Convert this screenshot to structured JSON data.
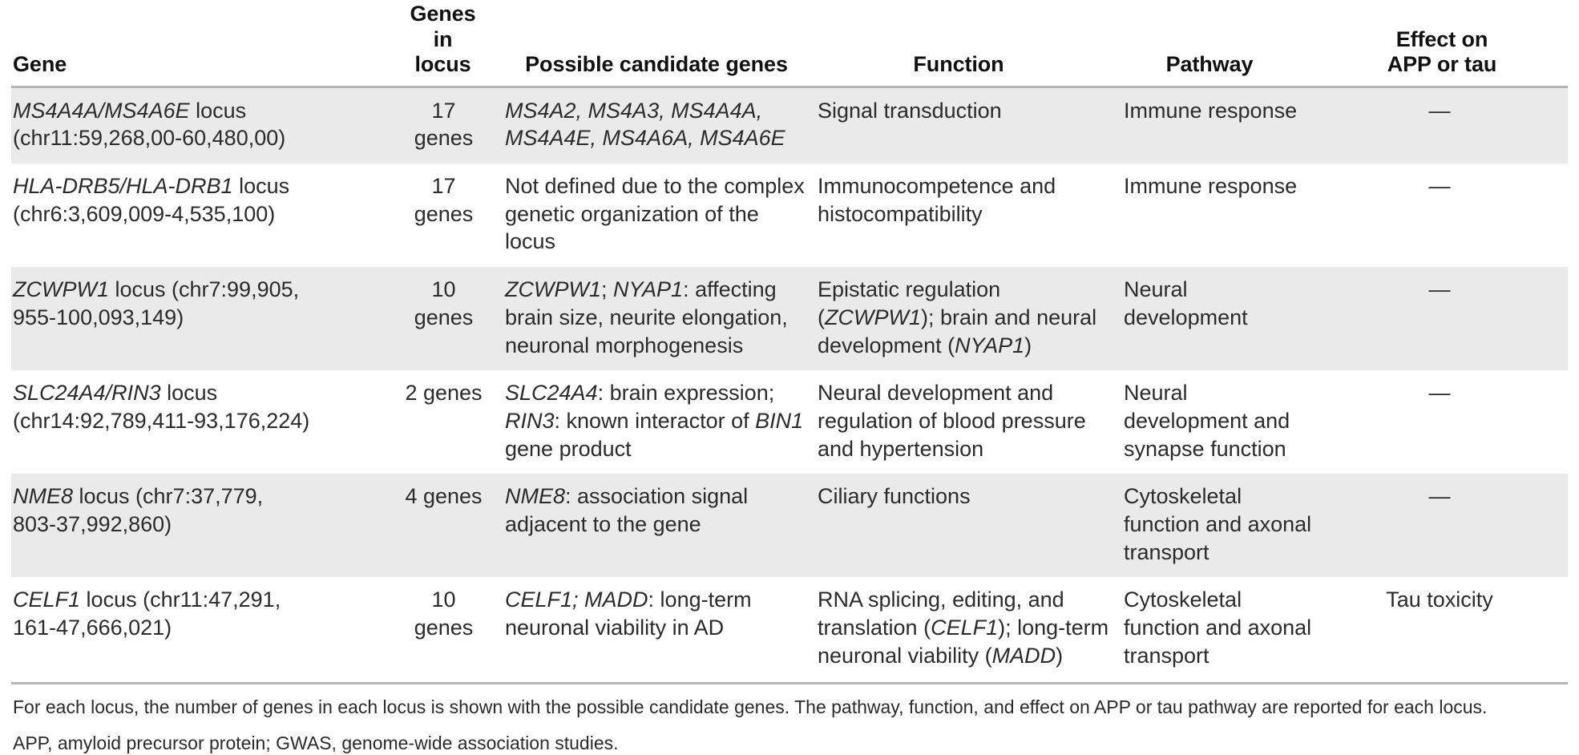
{
  "table": {
    "headers": [
      {
        "label": "Gene",
        "key": "gene"
      },
      {
        "label": "Genes in locus",
        "line1": "Genes in",
        "line2": "locus",
        "key": "count"
      },
      {
        "label": "Possible candidate genes",
        "key": "candidates"
      },
      {
        "label": "Function",
        "key": "function"
      },
      {
        "label": "Pathway",
        "key": "pathway"
      },
      {
        "label": "Effect on APP or tau",
        "line1": "Effect on",
        "line2": "APP or tau",
        "key": "effect"
      }
    ],
    "rows": [
      {
        "gene_name": "MS4A4A/MS4A6E",
        "gene_suffix": " locus",
        "gene_coords": "(chr11:59,268,00-60,480,00)",
        "gene_full": "MS4A4A/MS4A6E locus (chr11:59,268,00-60,480,00)",
        "count": "17 genes",
        "candidates": "MS4A2, MS4A3, MS4A4A, MS4A4E, MS4A6A, MS4A6E",
        "function": "Signal transduction",
        "pathway": "Immune response",
        "effect": "—",
        "shaded": true
      },
      {
        "gene_name": "HLA-DRB5/HLA-DRB1",
        "gene_suffix": " locus",
        "gene_coords": "(chr6:3,609,009-4,535,100)",
        "gene_full": "HLA-DRB5/HLA-DRB1 locus (chr6:3,609,009-4,535,100)",
        "count": "17 genes",
        "candidates": "Not defined due to the complex genetic organization of the locus",
        "function": "Immunocompetence and histocompatibility",
        "pathway": "Immune response",
        "effect": "—",
        "shaded": false
      },
      {
        "gene_name": "ZCWPW1",
        "gene_suffix": " locus (chr7:99,905,",
        "gene_coords": "955-100,093,149)",
        "gene_full": "ZCWPW1 locus (chr7:99,905,955-100,093,149)",
        "count": "10 genes",
        "candidates_pre": "",
        "candidates": "ZCWPW1; NYAP1: affecting brain size, neurite elongation, neuronal morphogenesis",
        "function": "Epistatic regulation (ZCWPW1); brain and neural development (NYAP1)",
        "pathway": "Neural development",
        "effect": "—",
        "shaded": true
      },
      {
        "gene_name": "SLC24A4/RIN3",
        "gene_suffix": " locus",
        "gene_coords": "(chr14:92,789,411-93,176,224)",
        "gene_full": "SLC24A4/RIN3 locus (chr14:92,789,411-93,176,224)",
        "count": "2 genes",
        "candidates": "SLC24A4: brain expression; RIN3: known interactor of BIN1 gene product",
        "function": "Neural development and regulation of blood pressure and hypertension",
        "pathway": "Neural development and synapse function",
        "effect": "—",
        "shaded": false
      },
      {
        "gene_name": "NME8",
        "gene_suffix": " locus (chr7:37,779,",
        "gene_coords": "803-37,992,860)",
        "gene_full": "NME8 locus (chr7:37,779,803-37,992,860)",
        "count": "4 genes",
        "candidates": "NME8: association signal adjacent to the gene",
        "function": "Ciliary functions",
        "pathway": "Cytoskeletal function and axonal transport",
        "effect": "—",
        "shaded": true
      },
      {
        "gene_name": "CELF1",
        "gene_suffix": " locus (chr11:47,291,",
        "gene_coords": "161-47,666,021)",
        "gene_full": "CELF1 locus (chr11:47,291,161-47,666,021)",
        "count": "10 genes",
        "candidates": "CELF1; MADD: long-term neuronal viability in AD",
        "function": "RNA splicing, editing, and translation (CELF1); long-term neuronal viability (MADD)",
        "pathway": "Cytoskeletal function and axonal transport",
        "effect": "Tau toxicity",
        "shaded": false
      }
    ]
  },
  "footnotes": {
    "caption": "For each locus, the number of genes in each locus is shown with the possible candidate genes. The pathway, function, and effect on APP or tau pathway are reported for each locus.",
    "abbreviations": "APP, amyloid precursor protein; GWAS, genome-wide association studies."
  },
  "colors": {
    "shaded_row": "#eaeaea",
    "plain_row": "#ffffff",
    "rule": "#b4b4b4",
    "text": "#2b2b2b",
    "header_text": "#111111"
  }
}
